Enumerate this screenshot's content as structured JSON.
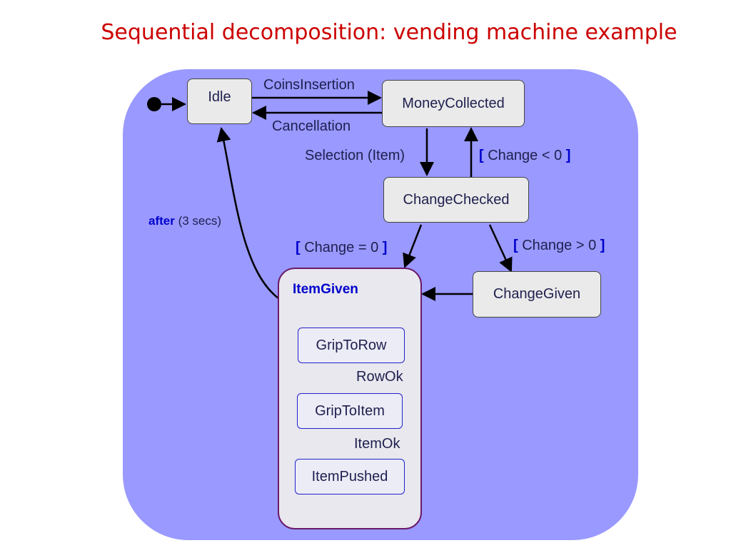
{
  "title": "Sequential decomposition:  vending machine example",
  "states": {
    "idle": "Idle",
    "money_collected": "MoneyCollected",
    "change_checked": "ChangeChecked",
    "change_given": "ChangeGiven",
    "item_given": "ItemGiven"
  },
  "substates": {
    "grip_to_row": "GripToRow",
    "grip_to_item": "GripToItem",
    "item_pushed": "ItemPushed"
  },
  "transitions": {
    "coins_insertion": "CoinsInsertion",
    "cancellation": "Cancellation",
    "selection": "Selection (Item)",
    "guard_lt_text": "Change < 0",
    "guard_eq_text": "Change = 0",
    "guard_gt_text": "Change > 0",
    "after_keyword": "after",
    "after_value": "(3 secs)",
    "row_ok": "RowOk",
    "item_ok": "ItemOk"
  },
  "guard_brackets": {
    "open": "[",
    "close": "]"
  },
  "colors": {
    "title": "#cc0000",
    "panel": "#9999ff",
    "composite_border": "#6b1a6b",
    "sub_arrow": "#0000cc"
  }
}
